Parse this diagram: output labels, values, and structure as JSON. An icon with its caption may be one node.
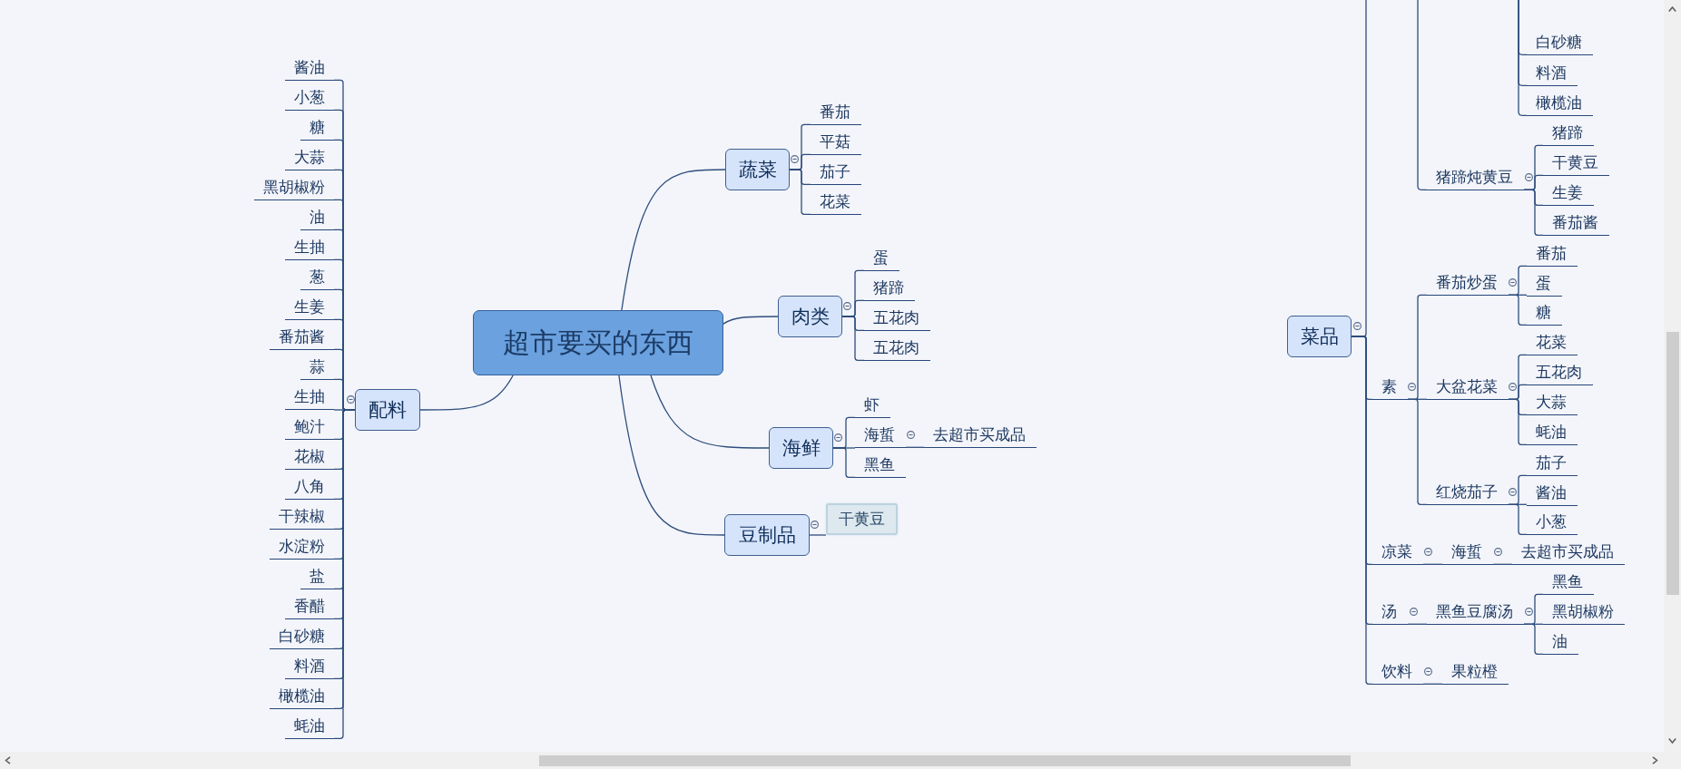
{
  "diagram": {
    "nodes": [
      {
        "text": [
          "超市要买的东西"
        ]
      },
      {
        "text": [
          "配料"
        ]
      },
      {
        "text": [
          "酱油"
        ]
      },
      {
        "text": [
          "小葱"
        ]
      },
      {
        "text": [
          "糖"
        ]
      },
      {
        "text": [
          "大蒜"
        ]
      },
      {
        "text": [
          "黑胡椒粉"
        ]
      },
      {
        "text": [
          "油"
        ]
      },
      {
        "text": [
          "生抽"
        ]
      },
      {
        "text": [
          "葱"
        ]
      },
      {
        "text": [
          "生姜"
        ]
      },
      {
        "text": [
          "番茄酱"
        ]
      },
      {
        "text": [
          "蒜"
        ]
      },
      {
        "text": [
          "生抽"
        ]
      },
      {
        "text": [
          "鲍汁"
        ]
      },
      {
        "text": [
          "花椒"
        ]
      },
      {
        "text": [
          "八角"
        ]
      },
      {
        "text": [
          "干辣椒"
        ]
      },
      {
        "text": [
          "水淀粉"
        ]
      },
      {
        "text": [
          "盐"
        ]
      },
      {
        "text": [
          "香醋"
        ]
      },
      {
        "text": [
          "白砂糖"
        ]
      },
      {
        "text": [
          "料酒"
        ]
      },
      {
        "text": [
          "橄榄油"
        ]
      },
      {
        "text": [
          "蚝油"
        ]
      },
      {
        "text": [
          "蔬菜"
        ]
      },
      {
        "text": [
          "番茄"
        ]
      },
      {
        "text": [
          "平菇"
        ]
      },
      {
        "text": [
          "茄子"
        ]
      },
      {
        "text": [
          "花菜"
        ]
      },
      {
        "text": [
          "肉类"
        ]
      },
      {
        "text": [
          "蛋"
        ]
      },
      {
        "text": [
          "猪蹄"
        ]
      },
      {
        "text": [
          "五花肉"
        ]
      },
      {
        "text": [
          "五花肉"
        ]
      },
      {
        "text": [
          "海鲜"
        ]
      },
      {
        "text": [
          "虾"
        ]
      },
      {
        "text": [
          "海蜇"
        ]
      },
      {
        "text": [
          "去超市买成品"
        ]
      },
      {
        "text": [
          "黑鱼"
        ]
      },
      {
        "text": [
          "豆制品"
        ]
      },
      {
        "text": [
          "干黄豆"
        ]
      },
      {
        "text": [
          "菜品"
        ]
      },
      {
        "text": [
          "白砂糖"
        ]
      },
      {
        "text": [
          "料酒"
        ]
      },
      {
        "text": [
          "橄榄油"
        ]
      },
      {
        "text": [
          "猪蹄炖黄豆"
        ]
      },
      {
        "text": [
          "猪蹄"
        ]
      },
      {
        "text": [
          "干黄豆"
        ]
      },
      {
        "text": [
          "生姜"
        ]
      },
      {
        "text": [
          "番茄酱"
        ]
      },
      {
        "text": [
          "素"
        ]
      },
      {
        "text": [
          "番茄炒蛋"
        ]
      },
      {
        "text": [
          "番茄"
        ]
      },
      {
        "text": [
          "蛋"
        ]
      },
      {
        "text": [
          "糖"
        ]
      },
      {
        "text": [
          "大盆花菜"
        ]
      },
      {
        "text": [
          "花菜"
        ]
      },
      {
        "text": [
          "五花肉"
        ]
      },
      {
        "text": [
          "大蒜"
        ]
      },
      {
        "text": [
          "蚝油"
        ]
      },
      {
        "text": [
          "红烧茄子"
        ]
      },
      {
        "text": [
          "茄子"
        ]
      },
      {
        "text": [
          "酱油"
        ]
      },
      {
        "text": [
          "小葱"
        ]
      },
      {
        "text": [
          "凉菜"
        ]
      },
      {
        "text": [
          "海蜇"
        ]
      },
      {
        "text": [
          "去超市买成品"
        ]
      },
      {
        "text": [
          "汤"
        ]
      },
      {
        "text": [
          "黑鱼豆腐汤"
        ]
      },
      {
        "text": [
          "黑鱼"
        ]
      },
      {
        "text": [
          "黑胡椒粉"
        ]
      },
      {
        "text": [
          "油"
        ]
      },
      {
        "text": [
          "饮料"
        ]
      },
      {
        "text": [
          "果粒橙"
        ]
      }
    ],
    "edges": [
      {
        "from": 0,
        "to": 1,
        "arrow": "none"
      },
      {
        "from": 1,
        "to": 2,
        "arrow": "none"
      },
      {
        "from": 1,
        "to": 3,
        "arrow": "none"
      },
      {
        "from": 1,
        "to": 4,
        "arrow": "none"
      },
      {
        "from": 1,
        "to": 5,
        "arrow": "none"
      },
      {
        "from": 1,
        "to": 6,
        "arrow": "none"
      },
      {
        "from": 1,
        "to": 7,
        "arrow": "none"
      },
      {
        "from": 1,
        "to": 8,
        "arrow": "none"
      },
      {
        "from": 1,
        "to": 9,
        "arrow": "none"
      },
      {
        "from": 1,
        "to": 10,
        "arrow": "none"
      },
      {
        "from": 1,
        "to": 11,
        "arrow": "none"
      },
      {
        "from": 1,
        "to": 12,
        "arrow": "none"
      },
      {
        "from": 1,
        "to": 13,
        "arrow": "none"
      },
      {
        "from": 1,
        "to": 14,
        "arrow": "none"
      },
      {
        "from": 1,
        "to": 15,
        "arrow": "none"
      },
      {
        "from": 1,
        "to": 16,
        "arrow": "none"
      },
      {
        "from": 1,
        "to": 17,
        "arrow": "none"
      },
      {
        "from": 1,
        "to": 18,
        "arrow": "none"
      },
      {
        "from": 1,
        "to": 19,
        "arrow": "none"
      },
      {
        "from": 1,
        "to": 20,
        "arrow": "none"
      },
      {
        "from": 1,
        "to": 21,
        "arrow": "none"
      },
      {
        "from": 1,
        "to": 22,
        "arrow": "none"
      },
      {
        "from": 1,
        "to": 23,
        "arrow": "none"
      },
      {
        "from": 1,
        "to": 24,
        "arrow": "none"
      },
      {
        "from": 0,
        "to": 25,
        "arrow": "none"
      },
      {
        "from": 25,
        "to": 26,
        "arrow": "none"
      },
      {
        "from": 25,
        "to": 27,
        "arrow": "none"
      },
      {
        "from": 25,
        "to": 28,
        "arrow": "none"
      },
      {
        "from": 25,
        "to": 29,
        "arrow": "none"
      },
      {
        "from": 0,
        "to": 30,
        "arrow": "none"
      },
      {
        "from": 30,
        "to": 31,
        "arrow": "none"
      },
      {
        "from": 30,
        "to": 32,
        "arrow": "none"
      },
      {
        "from": 30,
        "to": 33,
        "arrow": "none"
      },
      {
        "from": 30,
        "to": 34,
        "arrow": "none"
      },
      {
        "from": 0,
        "to": 35,
        "arrow": "none"
      },
      {
        "from": 35,
        "to": 36,
        "arrow": "none"
      },
      {
        "from": 35,
        "to": 37,
        "arrow": "none"
      },
      {
        "from": 37,
        "to": 38,
        "arrow": "none"
      },
      {
        "from": 35,
        "to": 39,
        "arrow": "none"
      },
      {
        "from": 0,
        "to": 40,
        "arrow": "none"
      },
      {
        "from": 40,
        "to": 41,
        "arrow": "none"
      },
      {
        "from": 42,
        "to": null,
        "arrow": "none"
      },
      {
        "from": null,
        "to": 43,
        "arrow": "none"
      },
      {
        "from": null,
        "to": 44,
        "arrow": "none"
      },
      {
        "from": null,
        "to": 45,
        "arrow": "none"
      },
      {
        "from": null,
        "to": 46,
        "arrow": "none"
      },
      {
        "from": 46,
        "to": 47,
        "arrow": "none"
      },
      {
        "from": 46,
        "to": 48,
        "arrow": "none"
      },
      {
        "from": 46,
        "to": 49,
        "arrow": "none"
      },
      {
        "from": 46,
        "to": 50,
        "arrow": "none"
      },
      {
        "from": 42,
        "to": 51,
        "arrow": "none"
      },
      {
        "from": 51,
        "to": 52,
        "arrow": "none"
      },
      {
        "from": 52,
        "to": 53,
        "arrow": "none"
      },
      {
        "from": 52,
        "to": 54,
        "arrow": "none"
      },
      {
        "from": 52,
        "to": 55,
        "arrow": "none"
      },
      {
        "from": 51,
        "to": 56,
        "arrow": "none"
      },
      {
        "from": 56,
        "to": 57,
        "arrow": "none"
      },
      {
        "from": 56,
        "to": 58,
        "arrow": "none"
      },
      {
        "from": 56,
        "to": 59,
        "arrow": "none"
      },
      {
        "from": 56,
        "to": 60,
        "arrow": "none"
      },
      {
        "from": 51,
        "to": 61,
        "arrow": "none"
      },
      {
        "from": 61,
        "to": 62,
        "arrow": "none"
      },
      {
        "from": 61,
        "to": 63,
        "arrow": "none"
      },
      {
        "from": 61,
        "to": 64,
        "arrow": "none"
      },
      {
        "from": 42,
        "to": 65,
        "arrow": "none"
      },
      {
        "from": 65,
        "to": 66,
        "arrow": "none"
      },
      {
        "from": 66,
        "to": 67,
        "arrow": "none"
      },
      {
        "from": 42,
        "to": 68,
        "arrow": "none"
      },
      {
        "from": 68,
        "to": 69,
        "arrow": "none"
      },
      {
        "from": 69,
        "to": 70,
        "arrow": "none"
      },
      {
        "from": 69,
        "to": 71,
        "arrow": "none"
      },
      {
        "from": 69,
        "to": 72,
        "arrow": "none"
      },
      {
        "from": 42,
        "to": 73,
        "arrow": "none"
      },
      {
        "from": 73,
        "to": 74,
        "arrow": "none"
      }
    ]
  }
}
